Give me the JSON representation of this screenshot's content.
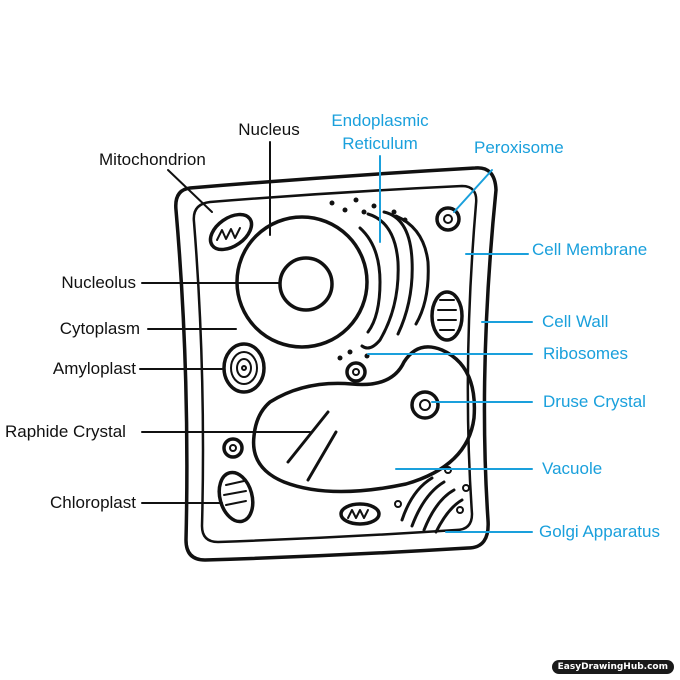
{
  "labels": {
    "nucleus": "Nucleus",
    "mitochondrion": "Mitochondrion",
    "nucleolus": "Nucleolus",
    "cytoplasm": "Cytoplasm",
    "amyloplast": "Amyloplast",
    "raphide_crystal": "Raphide Crystal",
    "chloroplast": "Chloroplast",
    "er_line1": "Endoplasmic",
    "er_line2": "Reticulum",
    "peroxisome": "Peroxisome",
    "cell_membrane": "Cell Membrane",
    "cell_wall": "Cell Wall",
    "ribosomes": "Ribosomes",
    "druse_crystal": "Druse Crystal",
    "vacuole": "Vacuole",
    "golgi_apparatus": "Golgi Apparatus"
  },
  "credit": "EasyDrawingHub.com",
  "colors": {
    "left_labels": "#111111",
    "right_labels": "#1aa0dc",
    "outline": "#111111"
  }
}
